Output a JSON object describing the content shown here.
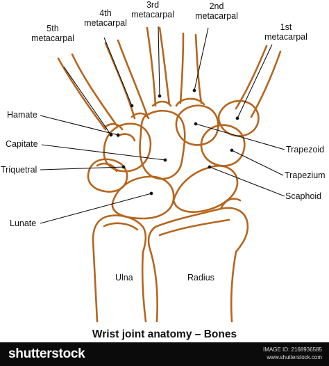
{
  "labels": {
    "m5": [
      "5th",
      "metacarpal"
    ],
    "m4": [
      "4th",
      "metacarpal"
    ],
    "m3": [
      "3rd",
      "metacarpal"
    ],
    "m2": [
      "2nd",
      "metacarpal"
    ],
    "m1": [
      "1st",
      "metacarpal"
    ],
    "hamate": "Hamate",
    "capitate": "Capitate",
    "triquetral": "Triquetral",
    "lunate": "Lunate",
    "trapezoid": "Trapezoid",
    "trapezium": "Trapezium",
    "scaphoid": "Scaphoid",
    "ulna": "Ulna",
    "radius": "Radius"
  },
  "title": "Wrist joint anatomy – Bones",
  "footer": {
    "brand": "shutterstock",
    "image_id": "IMAGE ID: 2168936585",
    "site": "www.shutterstock.com"
  },
  "colors": {
    "bone_outline": "#b5651d",
    "leader_line": "#111111",
    "footer_bg": "#0b0b0b"
  }
}
